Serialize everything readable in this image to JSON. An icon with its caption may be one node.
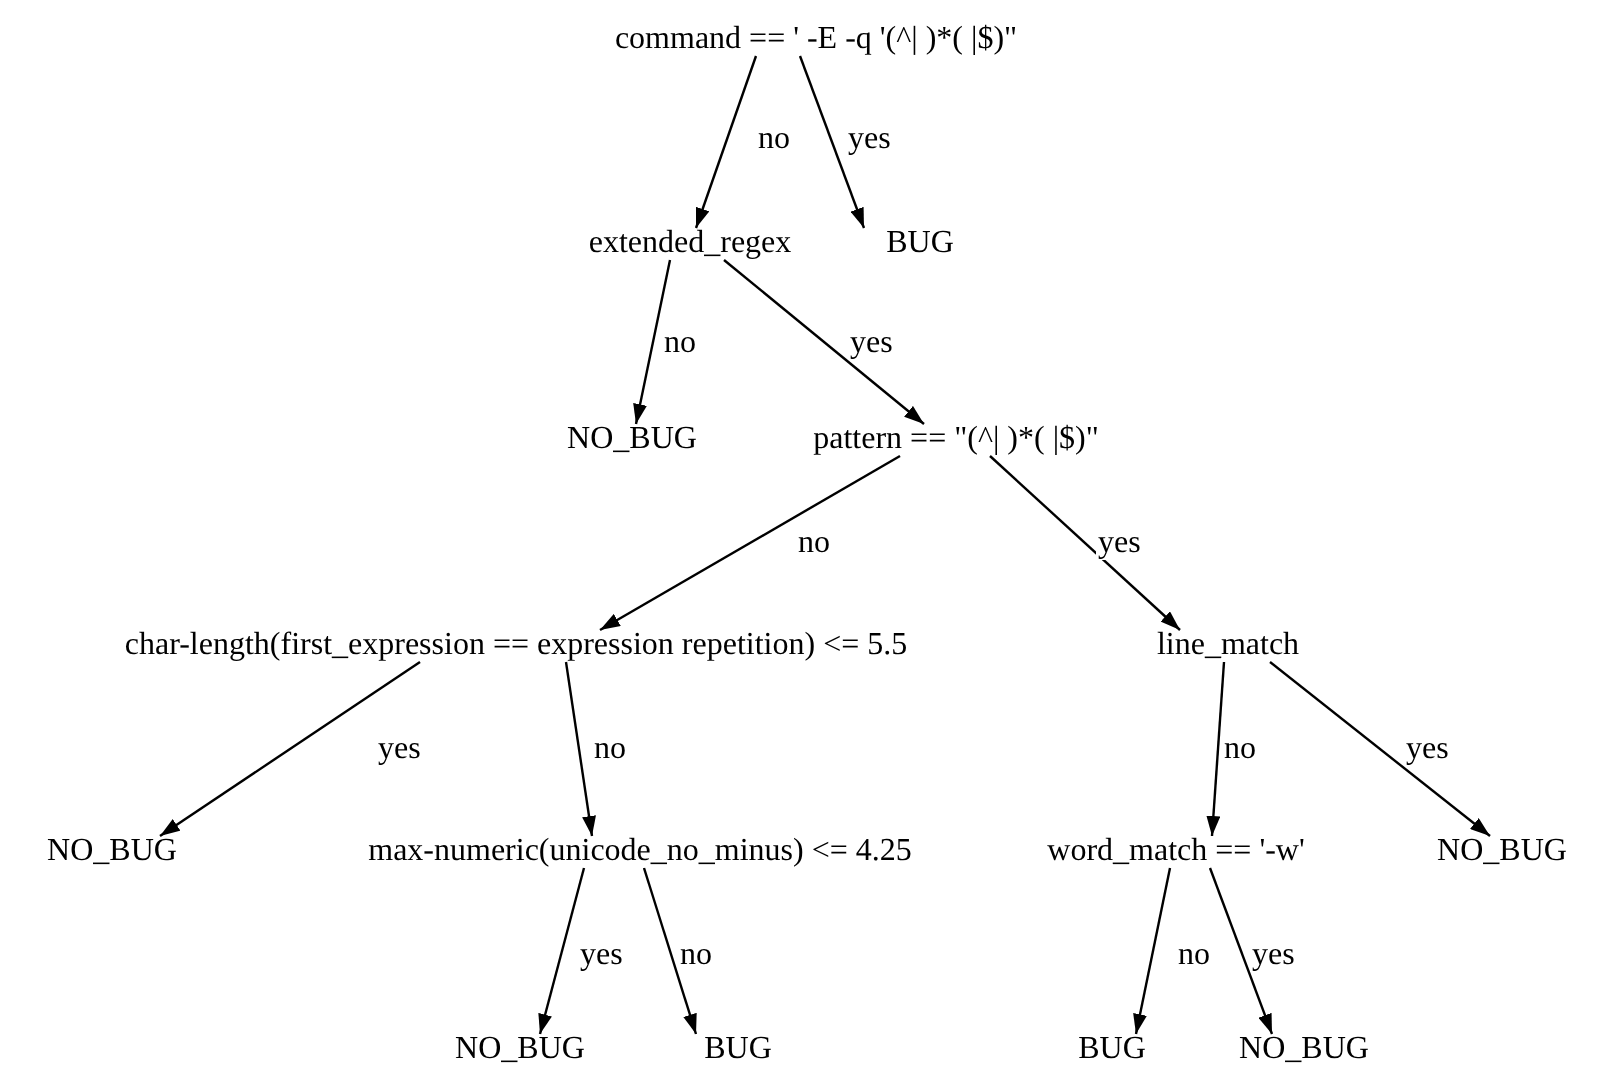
{
  "diagram": {
    "nodes": [
      {
        "text": [
          "command == ' -E -q '(^| )*( |$)\""
        ]
      },
      {
        "text": [
          "extended_regex"
        ]
      },
      {
        "text": [
          "BUG"
        ]
      },
      {
        "text": [
          "NO_BUG"
        ]
      },
      {
        "text": [
          "pattern == \"(^| )*( |$)\""
        ]
      },
      {
        "text": [
          "char-length(first_expression == expression repetition) <= 5.5"
        ]
      },
      {
        "text": [
          "line_match"
        ]
      },
      {
        "text": [
          "NO_BUG"
        ]
      },
      {
        "text": [
          "max-numeric(unicode_no_minus) <= 4.25"
        ]
      },
      {
        "text": [
          "word_match == '-w'"
        ]
      },
      {
        "text": [
          "NO_BUG"
        ]
      },
      {
        "text": [
          "NO_BUG"
        ]
      },
      {
        "text": [
          "BUG"
        ]
      },
      {
        "text": [
          "BUG"
        ]
      },
      {
        "text": [
          "NO_BUG"
        ]
      }
    ],
    "edges": [
      {
        "from": 0,
        "to": 1,
        "arrow": "to",
        "label": "no"
      },
      {
        "from": 0,
        "to": 2,
        "arrow": "to",
        "label": "yes"
      },
      {
        "from": 1,
        "to": 3,
        "arrow": "to",
        "label": "no"
      },
      {
        "from": 1,
        "to": 4,
        "arrow": "to",
        "label": "yes"
      },
      {
        "from": 4,
        "to": 5,
        "arrow": "to",
        "label": "no"
      },
      {
        "from": 4,
        "to": 6,
        "arrow": "to",
        "label": "yes"
      },
      {
        "from": 5,
        "to": 7,
        "arrow": "to",
        "label": "yes"
      },
      {
        "from": 5,
        "to": 8,
        "arrow": "to",
        "label": "no"
      },
      {
        "from": 6,
        "to": 9,
        "arrow": "to",
        "label": "no"
      },
      {
        "from": 6,
        "to": 10,
        "arrow": "to",
        "label": "yes"
      },
      {
        "from": 8,
        "to": 11,
        "arrow": "to",
        "label": "yes"
      },
      {
        "from": 8,
        "to": 12,
        "arrow": "to",
        "label": "no"
      },
      {
        "from": 9,
        "to": 13,
        "arrow": "to",
        "label": "no"
      },
      {
        "from": 9,
        "to": 14,
        "arrow": "to",
        "label": "yes"
      }
    ]
  }
}
